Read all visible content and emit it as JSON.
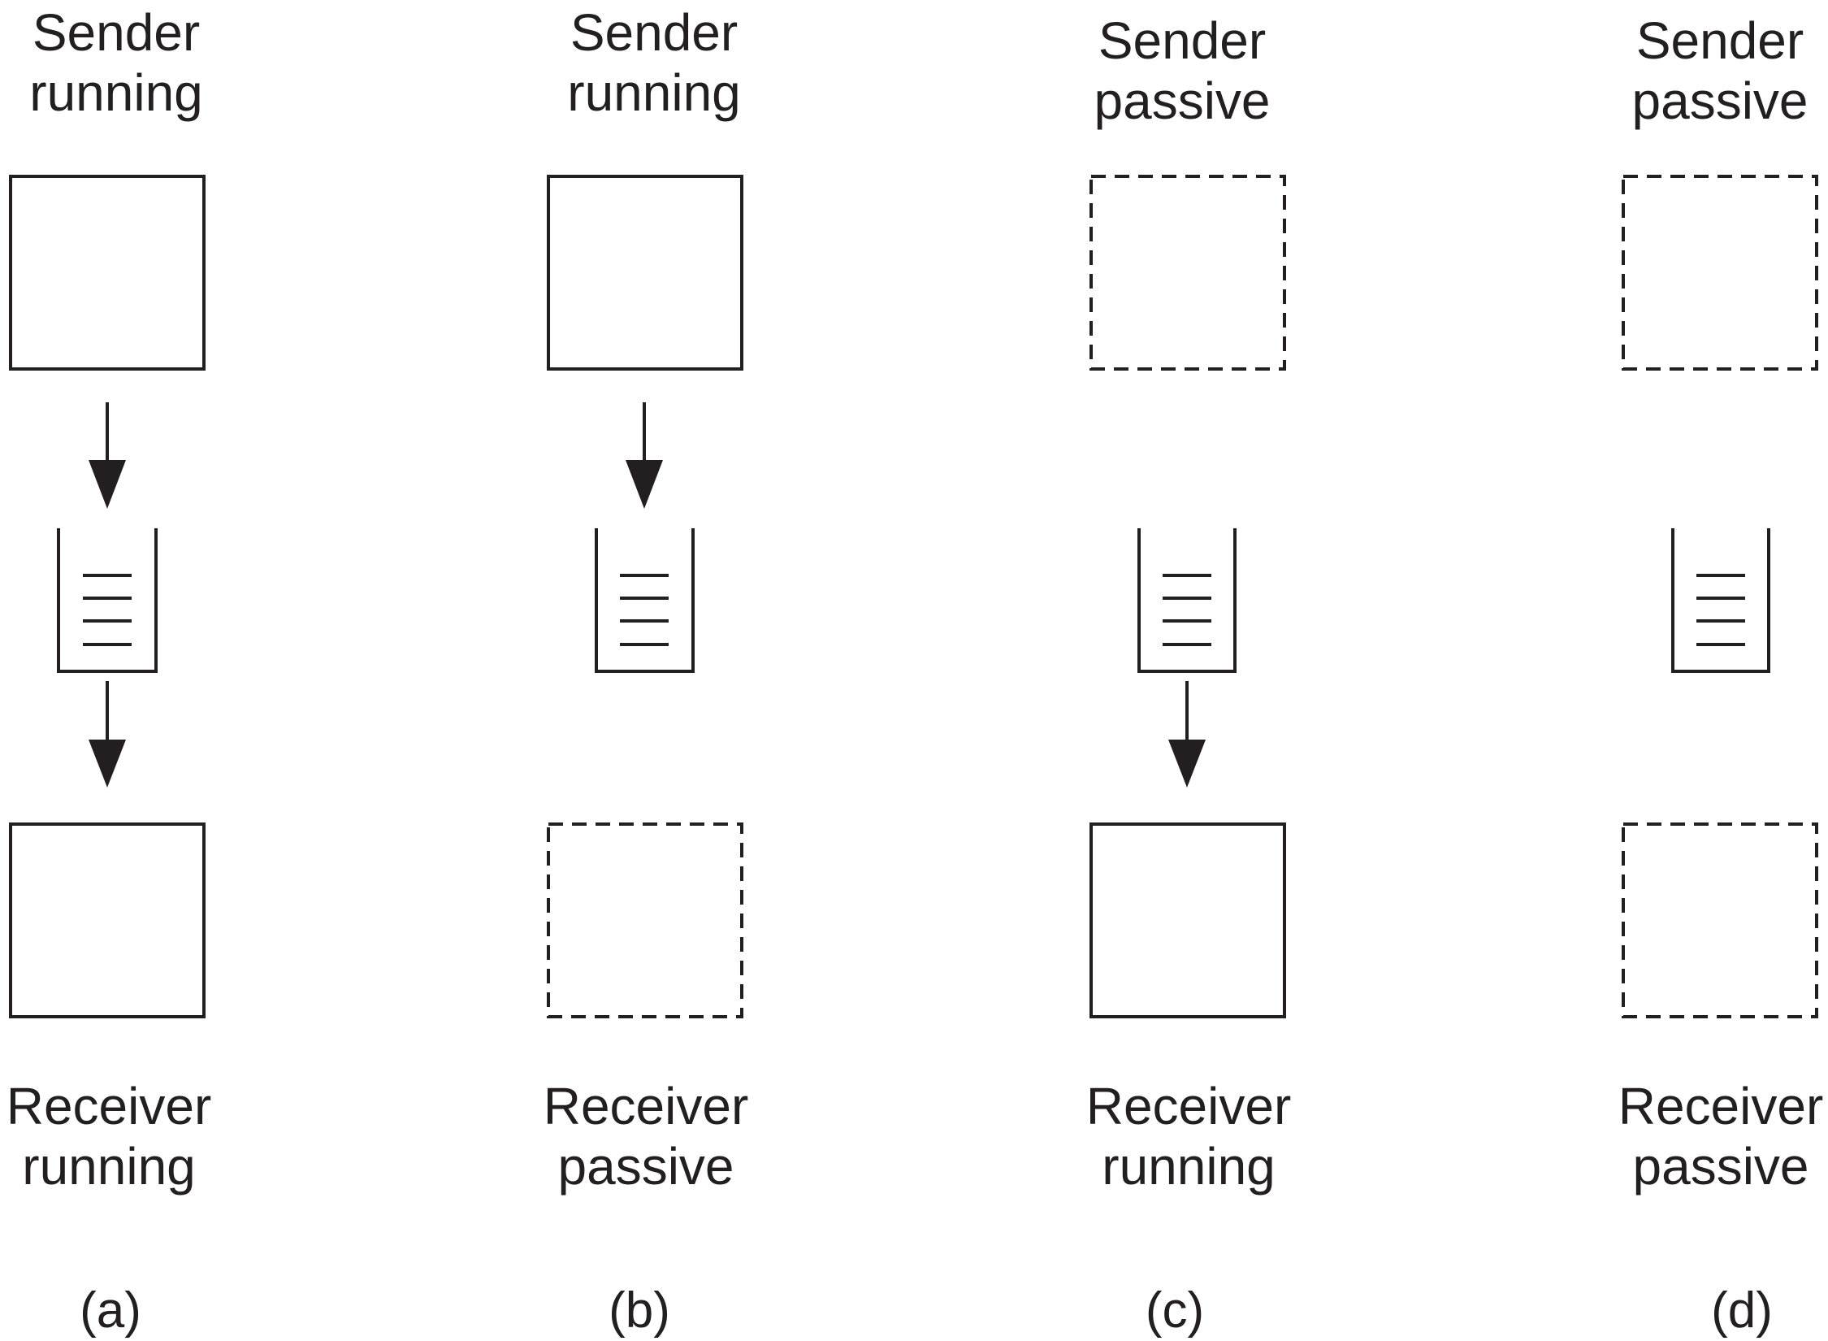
{
  "panels": [
    {
      "sender": {
        "line1": "Sender",
        "line2": "running",
        "state": "running"
      },
      "receiver": {
        "line1": "Receiver",
        "line2": "running",
        "state": "running"
      },
      "arrow_in": true,
      "arrow_out": true,
      "caption": "(a)"
    },
    {
      "sender": {
        "line1": "Sender",
        "line2": "running",
        "state": "running"
      },
      "receiver": {
        "line1": "Receiver",
        "line2": "passive",
        "state": "passive"
      },
      "arrow_in": true,
      "arrow_out": false,
      "caption": "(b)"
    },
    {
      "sender": {
        "line1": "Sender",
        "line2": "passive",
        "state": "passive"
      },
      "receiver": {
        "line1": "Receiver",
        "line2": "running",
        "state": "running"
      },
      "arrow_in": false,
      "arrow_out": true,
      "caption": "(c)"
    },
    {
      "sender": {
        "line1": "Sender",
        "line2": "passive",
        "state": "passive"
      },
      "receiver": {
        "line1": "Receiver",
        "line2": "passive",
        "state": "passive"
      },
      "arrow_in": false,
      "arrow_out": false,
      "caption": "(d)"
    }
  ],
  "colors": {
    "stroke": "#231f20",
    "background": "#ffffff"
  }
}
